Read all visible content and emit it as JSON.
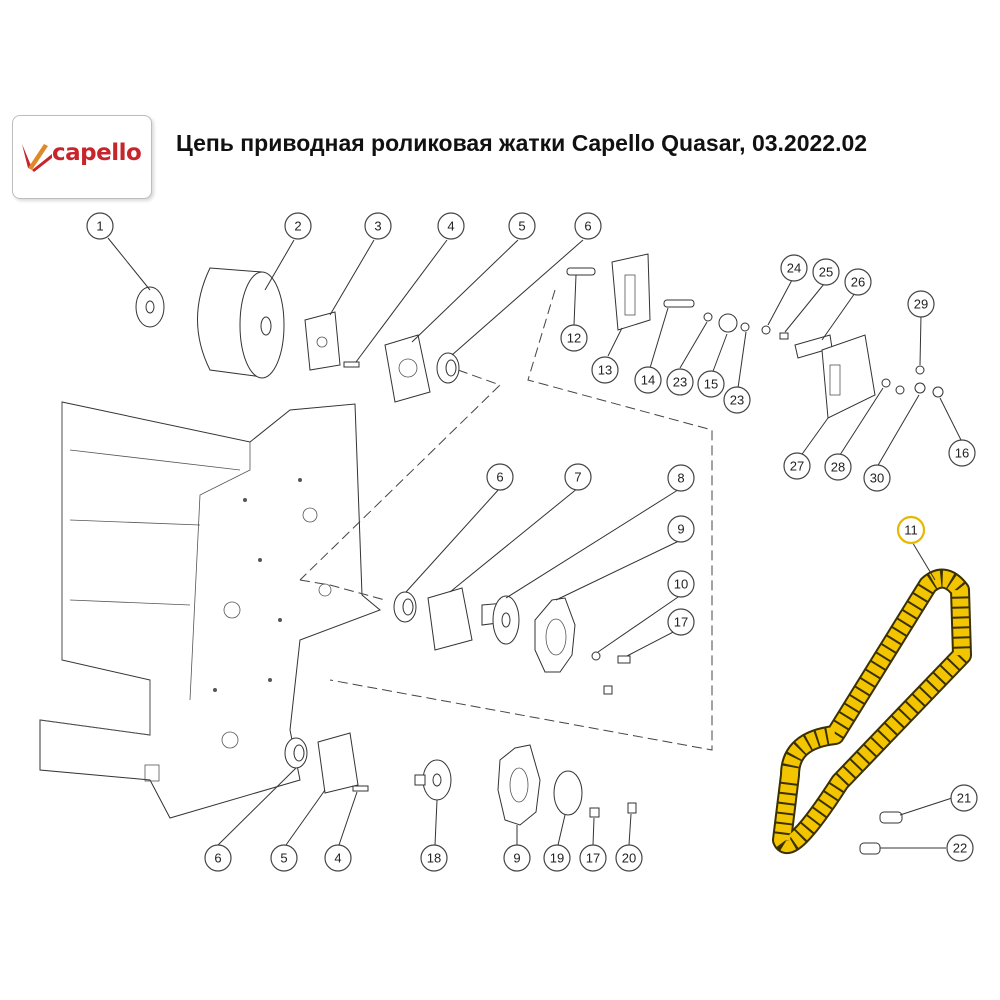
{
  "header": {
    "logo_text": "capello",
    "title": "Цепь приводная роликовая жатки Capello Quasar, 03.2022.02"
  },
  "colors": {
    "highlight": "#f2c500",
    "logo_red": "#c8242b"
  },
  "highlighted_part": "11",
  "callouts": [
    {
      "id": "c1",
      "label": "1"
    },
    {
      "id": "c2",
      "label": "2"
    },
    {
      "id": "c3",
      "label": "3"
    },
    {
      "id": "c4a",
      "label": "4"
    },
    {
      "id": "c5a",
      "label": "5"
    },
    {
      "id": "c6a",
      "label": "6"
    },
    {
      "id": "c12",
      "label": "12"
    },
    {
      "id": "c13",
      "label": "13"
    },
    {
      "id": "c14",
      "label": "14"
    },
    {
      "id": "c23a",
      "label": "23"
    },
    {
      "id": "c15",
      "label": "15"
    },
    {
      "id": "c23b",
      "label": "23"
    },
    {
      "id": "c24",
      "label": "24"
    },
    {
      "id": "c25",
      "label": "25"
    },
    {
      "id": "c26",
      "label": "26"
    },
    {
      "id": "c29",
      "label": "29"
    },
    {
      "id": "c27",
      "label": "27"
    },
    {
      "id": "c28",
      "label": "28"
    },
    {
      "id": "c30",
      "label": "30"
    },
    {
      "id": "c16",
      "label": "16"
    },
    {
      "id": "c6b",
      "label": "6"
    },
    {
      "id": "c7",
      "label": "7"
    },
    {
      "id": "c8",
      "label": "8"
    },
    {
      "id": "c9a",
      "label": "9"
    },
    {
      "id": "c10",
      "label": "10"
    },
    {
      "id": "c17a",
      "label": "17"
    },
    {
      "id": "c11",
      "label": "11"
    },
    {
      "id": "c21",
      "label": "21"
    },
    {
      "id": "c22",
      "label": "22"
    },
    {
      "id": "c6c",
      "label": "6"
    },
    {
      "id": "c5b",
      "label": "5"
    },
    {
      "id": "c4b",
      "label": "4"
    },
    {
      "id": "c18",
      "label": "18"
    },
    {
      "id": "c9b",
      "label": "9"
    },
    {
      "id": "c19",
      "label": "19"
    },
    {
      "id": "c17b",
      "label": "17"
    },
    {
      "id": "c20",
      "label": "20"
    }
  ]
}
